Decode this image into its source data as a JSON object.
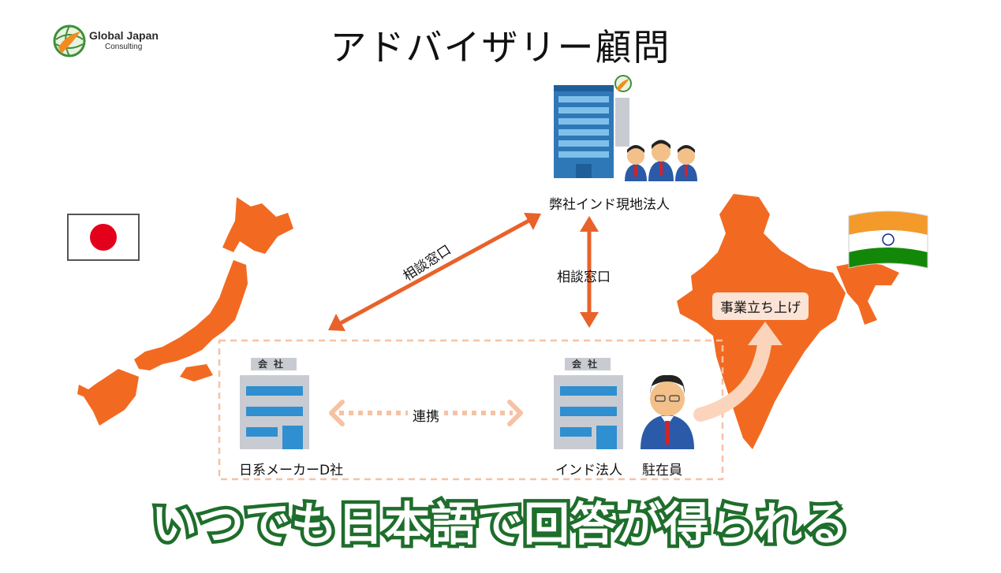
{
  "title": "アドバイザリー顧問",
  "logo": {
    "line1": "Global Japan",
    "line2": "Consulting",
    "icon": "globe-logo-icon"
  },
  "nodes": {
    "hq_label": "弊社インド現地法人",
    "japan_company_label": "日系メーカーD社",
    "india_entity_label": "インド法人",
    "expat_label": "駐在員",
    "company_sign": "会社"
  },
  "arrows": {
    "diagonal_label": "相談窓口",
    "vertical_label": "相談窓口",
    "link_label": "連携"
  },
  "india_badge": "事業立ち上げ",
  "banner": "いつでも日本語で回答が得られる",
  "colors": {
    "map_orange": "#f26a21",
    "arrow_orange": "#e8622a",
    "link_peach": "#f6c2a3",
    "banner_green": "#1f6e2c"
  }
}
